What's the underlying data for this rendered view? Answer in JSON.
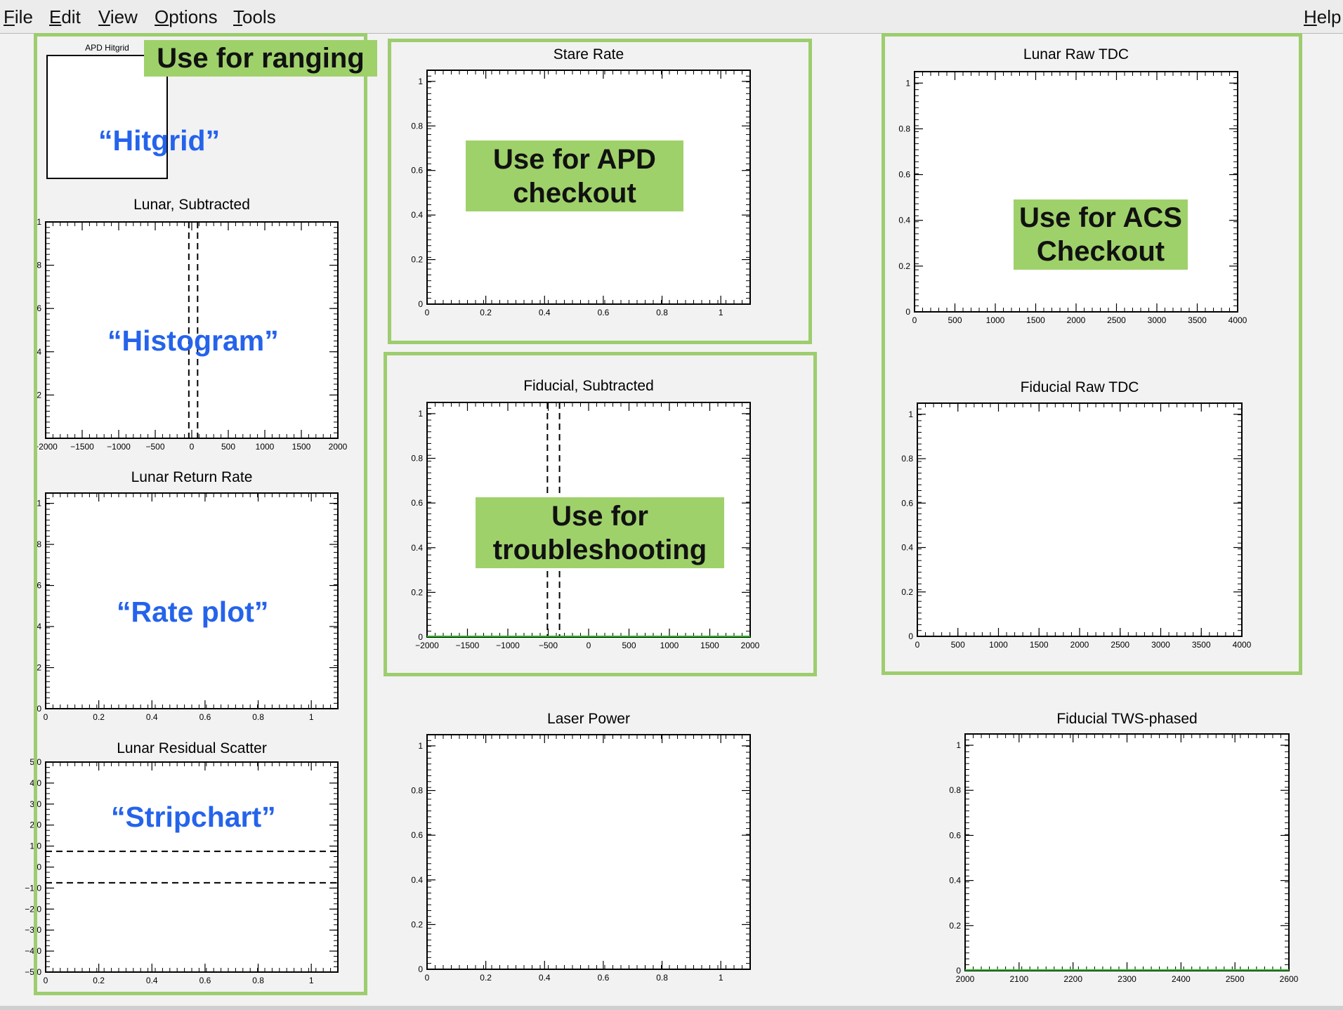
{
  "menu": {
    "file": "File",
    "edit": "Edit",
    "view": "View",
    "options": "Options",
    "tools": "Tools",
    "help": "Help"
  },
  "annotations": {
    "ranging": "Use for ranging",
    "apd": "Use for APD checkout",
    "troubleshooting": "Use for troubleshooting",
    "acs": "Use for ACS Checkout",
    "hitgrid": "“Hitgrid”",
    "histogram": "“Histogram”",
    "rate_plot": "“Rate plot”",
    "stripchart": "“Stripchart”"
  },
  "colors": {
    "frame": "#9dcd6e",
    "note_green": "#9fd16b",
    "note_blue": "#2563eb",
    "data_line": "#22c01a"
  },
  "chart_data": [
    {
      "id": "apd-hitgrid",
      "type": "heatmap",
      "title": "APD Hitgrid",
      "x": [],
      "y": []
    },
    {
      "id": "lunar-subtracted",
      "type": "line",
      "title": "Lunar, Subtracted",
      "xlim": [
        -2000,
        2000
      ],
      "ylim": [
        0,
        1
      ],
      "xticks": [
        "−2000",
        "−1500",
        "−1000",
        "−500",
        "0",
        "500",
        "1000",
        "1500",
        "2000"
      ],
      "yticks": [
        "1",
        ".8",
        ".6",
        ".4",
        ".2"
      ],
      "vlines": [
        -40,
        80
      ],
      "series": []
    },
    {
      "id": "lunar-return-rate",
      "type": "line",
      "title": "Lunar Return Rate",
      "xlim": [
        0,
        1.1
      ],
      "ylim": [
        0,
        1.05
      ],
      "xticks": [
        "0",
        "0.2",
        "0.4",
        "0.6",
        "0.8",
        "1"
      ],
      "yticks": [
        "0",
        ".2",
        ".4",
        ".6",
        ".8",
        "1"
      ],
      "series": []
    },
    {
      "id": "lunar-residual-scatter",
      "type": "scatter",
      "title": "Lunar Residual Scatter",
      "xlim": [
        0,
        1.1
      ],
      "ylim": [
        -500,
        500
      ],
      "xticks": [
        "0",
        "0.2",
        "0.4",
        "0.6",
        "0.8",
        "1"
      ],
      "yticks": [
        "5 0",
        "4 0",
        "3 0",
        "2 0",
        "1 0",
        "0",
        "−1 0",
        "−2 0",
        "−3 0",
        "−4 0",
        "−5 0"
      ],
      "hlines": [
        75,
        -75
      ],
      "series": []
    },
    {
      "id": "stare-rate",
      "type": "line",
      "title": "Stare Rate",
      "xlim": [
        0,
        1.1
      ],
      "ylim": [
        0,
        1.05
      ],
      "xticks": [
        "0",
        "0.2",
        "0.4",
        "0.6",
        "0.8",
        "1"
      ],
      "yticks": [
        "0",
        "0.2",
        "0.4",
        "0.6",
        "0.8",
        "1"
      ],
      "series": []
    },
    {
      "id": "fiducial-subtracted",
      "type": "line",
      "title": "Fiducial, Subtracted",
      "xlim": [
        -2000,
        2000
      ],
      "ylim": [
        0,
        1.05
      ],
      "xticks": [
        "−2000",
        "−1500",
        "−1000",
        "−500",
        "0",
        "500",
        "1000",
        "1500",
        "2000"
      ],
      "yticks": [
        "0",
        "0.2",
        "0.4",
        "0.6",
        "0.8",
        "1"
      ],
      "vlines": [
        -510,
        -360
      ],
      "series": [
        {
          "x": [
            -2000,
            2000
          ],
          "y": [
            0,
            0
          ]
        }
      ]
    },
    {
      "id": "laser-power",
      "type": "line",
      "title": "Laser Power",
      "xlim": [
        0,
        1.1
      ],
      "ylim": [
        0,
        1.05
      ],
      "xticks": [
        "0",
        "0.2",
        "0.4",
        "0.6",
        "0.8",
        "1"
      ],
      "yticks": [
        "0",
        "0.2",
        "0.4",
        "0.6",
        "0.8",
        "1"
      ],
      "series": []
    },
    {
      "id": "lunar-raw-tdc",
      "type": "bar",
      "title": "Lunar Raw TDC",
      "xlim": [
        0,
        4000
      ],
      "ylim": [
        0,
        1.05
      ],
      "xticks": [
        "0",
        "500",
        "1000",
        "1500",
        "2000",
        "2500",
        "3000",
        "3500",
        "4000"
      ],
      "yticks": [
        "0",
        "0.2",
        "0.4",
        "0.6",
        "0.8",
        "1"
      ],
      "series": []
    },
    {
      "id": "fiducial-raw-tdc",
      "type": "bar",
      "title": "Fiducial Raw TDC",
      "xlim": [
        0,
        4000
      ],
      "ylim": [
        0,
        1.05
      ],
      "xticks": [
        "0",
        "500",
        "1000",
        "1500",
        "2000",
        "2500",
        "3000",
        "3500",
        "4000"
      ],
      "yticks": [
        "0",
        "0.2",
        "0.4",
        "0.6",
        "0.8",
        "1"
      ],
      "series": []
    },
    {
      "id": "fiducial-tws-phased",
      "type": "line",
      "title": "Fiducial TWS-phased",
      "xlim": [
        2000,
        2600
      ],
      "ylim": [
        0,
        1.05
      ],
      "xticks": [
        "2000",
        "2100",
        "2200",
        "2300",
        "2400",
        "2500",
        "2600"
      ],
      "yticks": [
        "0",
        "0.2",
        "0.4",
        "0.6",
        "0.8",
        "1"
      ],
      "series": [
        {
          "x": [
            2000,
            2600
          ],
          "y": [
            0,
            0
          ]
        }
      ]
    }
  ]
}
